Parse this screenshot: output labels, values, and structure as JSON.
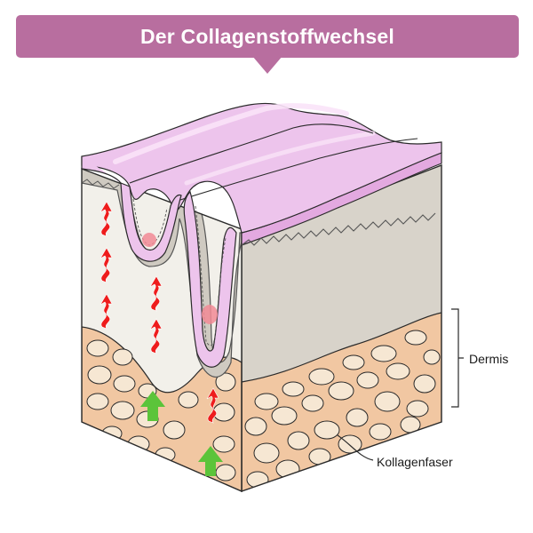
{
  "title": "Der Collagenstoffwechsel",
  "labels": {
    "dermis": "Dermis",
    "collagen_fiber": "Kollagenfaser"
  },
  "colors": {
    "banner": "#b86e9f",
    "epidermis": "#edc4ec",
    "dermis_upper": "#d8d3ca",
    "dermis_lower": "#f1c7a2",
    "collagen_blob": "#f6e7d3",
    "red_arrow": "#ee1c1c",
    "green_arrow": "#5bc43a"
  },
  "icons": {
    "red_arrows": "wavy-up-arrow-icon",
    "green_arrows": "up-arrow-icon"
  }
}
